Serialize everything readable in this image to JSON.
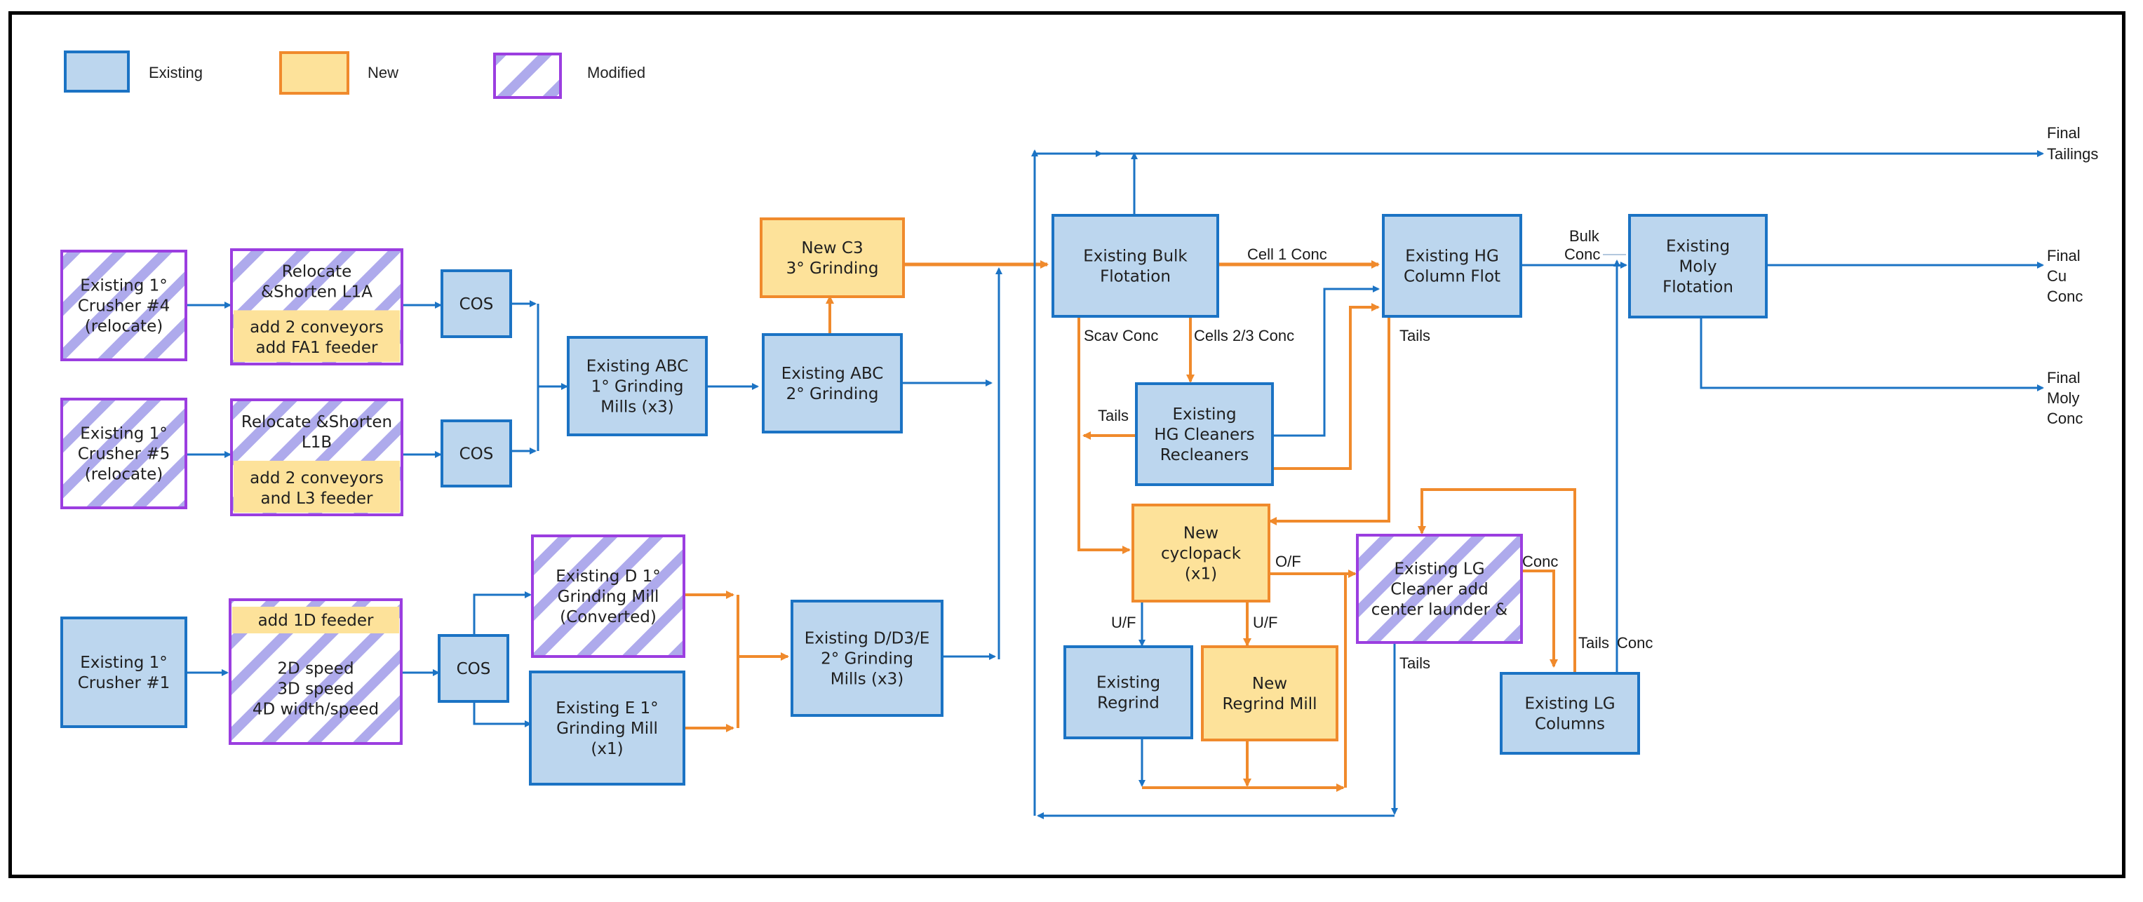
{
  "colors": {
    "existing_fill": "#bcd6ee",
    "existing_border": "#1b73c4",
    "new_fill": "#fde29a",
    "new_border": "#f08a2c",
    "modified_border": "#9b3ee0",
    "modified_stripe": "#aeaaec",
    "flow_blue": "#1b73c4",
    "flow_orange": "#f08a2c"
  },
  "legend": [
    {
      "type": "existing",
      "label": "Existing"
    },
    {
      "type": "new",
      "label": "New"
    },
    {
      "type": "modified",
      "label": "Modified"
    }
  ],
  "boxes": {
    "crusher4": {
      "type": "modified",
      "lines": [
        "Existing 1°",
        "Crusher #4",
        "(relocate)"
      ]
    },
    "l1a": {
      "type": "modified",
      "lines": [
        "Relocate",
        "&Shorten L1A"
      ],
      "sub_lines": [
        "add 2 conveyors",
        "add FA1 feeder"
      ]
    },
    "cos1": {
      "type": "existing",
      "lines": [
        "COS"
      ]
    },
    "crusher5": {
      "type": "modified",
      "lines": [
        "Existing 1°",
        "Crusher #5",
        "(relocate)"
      ]
    },
    "l1b": {
      "type": "modified",
      "lines": [
        "Relocate &Shorten",
        "L1B"
      ],
      "sub_lines": [
        "add 2 conveyors",
        "and L3 feeder"
      ]
    },
    "cos2": {
      "type": "existing",
      "lines": [
        "COS"
      ]
    },
    "abc1": {
      "type": "existing",
      "lines": [
        "Existing ABC",
        "1° Grinding",
        "Mills (x3)"
      ]
    },
    "abc2": {
      "type": "existing",
      "lines": [
        "Existing ABC",
        "2° Grinding"
      ]
    },
    "c3": {
      "type": "new",
      "lines": [
        "New C3",
        "3° Grinding"
      ]
    },
    "crusher1": {
      "type": "existing",
      "lines": [
        "Existing 1°",
        "Crusher #1"
      ]
    },
    "feeder1d": {
      "type": "modified",
      "top_lines": [
        "add 1D feeder"
      ],
      "lines": [
        "2D speed",
        "3D speed",
        "4D width/speed"
      ]
    },
    "cos3": {
      "type": "existing",
      "lines": [
        "COS"
      ]
    },
    "dmill": {
      "type": "modified",
      "lines": [
        "Existing D 1°",
        "Grinding Mill",
        "(Converted)"
      ]
    },
    "emill": {
      "type": "existing",
      "lines": [
        "Existing E 1°",
        "Grinding Mill",
        "(x1)"
      ]
    },
    "d3e": {
      "type": "existing",
      "lines": [
        "Existing D/D3/E",
        "2° Grinding",
        "Mills (x3)"
      ]
    },
    "bulk": {
      "type": "existing",
      "lines": [
        "Existing Bulk",
        "Flotation"
      ]
    },
    "hgcol": {
      "type": "existing",
      "lines": [
        "Existing HG",
        "Column Flot"
      ]
    },
    "moly": {
      "type": "existing",
      "lines": [
        "Existing",
        "Moly",
        "Flotation"
      ]
    },
    "hgclean": {
      "type": "existing",
      "lines": [
        "Existing",
        "HG Cleaners",
        "Recleaners"
      ]
    },
    "cyclo": {
      "type": "new",
      "lines": [
        "New",
        "cyclopack",
        "(x1)"
      ]
    },
    "regrind": {
      "type": "existing",
      "lines": [
        "Existing",
        "Regrind"
      ]
    },
    "newregrind": {
      "type": "new",
      "lines": [
        "New",
        "Regrind Mill"
      ]
    },
    "lgclean": {
      "type": "modified",
      "lines": [
        "Existing LG",
        "Cleaner add",
        "center launder &"
      ]
    },
    "lgcol": {
      "type": "existing",
      "lines": [
        "Existing LG",
        "Columns"
      ]
    }
  },
  "flow_labels": {
    "cell1": "Cell 1 Conc",
    "scav": "Scav Conc",
    "cells23": "Cells 2/3 Conc",
    "hg_tails": "Tails",
    "clean_tails": "Tails",
    "bulk_conc": [
      "Bulk",
      "Conc"
    ],
    "of": "O/F",
    "uf1": "U/F",
    "uf2": "U/F",
    "lg_conc": "Conc",
    "lg_tails": "Tails",
    "col_tails": "Tails",
    "col_conc": "Conc"
  },
  "outputs": {
    "tailings": [
      "Final",
      "Tailings"
    ],
    "cu": [
      "Final",
      "Cu",
      "Conc"
    ],
    "moly": [
      "Final",
      "Moly",
      "Conc"
    ]
  }
}
